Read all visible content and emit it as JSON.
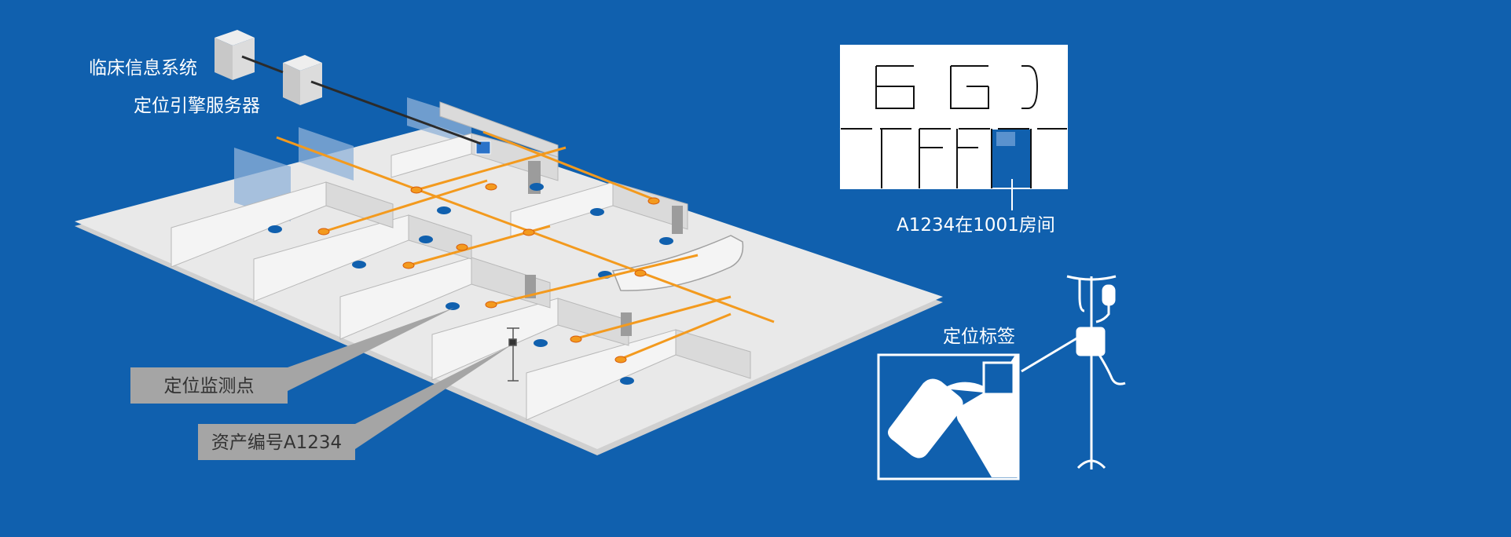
{
  "labels": {
    "clinical_system": "临床信息系统",
    "engine_server": "定位引擎服务器",
    "monitor_point": "定位监测点",
    "asset_number": "资产编号A1234",
    "room_status": "A1234在1001房间",
    "locator_tag": "定位标签"
  },
  "colors": {
    "background": "#1060AE",
    "orange_line": "#F39A1E",
    "floor": "#E8E8E8",
    "wall": "#F2F2F2",
    "callout_box": "#A5A5A5",
    "white": "#FFFFFF"
  },
  "icons": {
    "server": "server-icon",
    "sensor": "sensor-icon",
    "iv_pole": "iv-pole-icon",
    "tag": "locator-tag-icon",
    "door": "door-icon"
  }
}
